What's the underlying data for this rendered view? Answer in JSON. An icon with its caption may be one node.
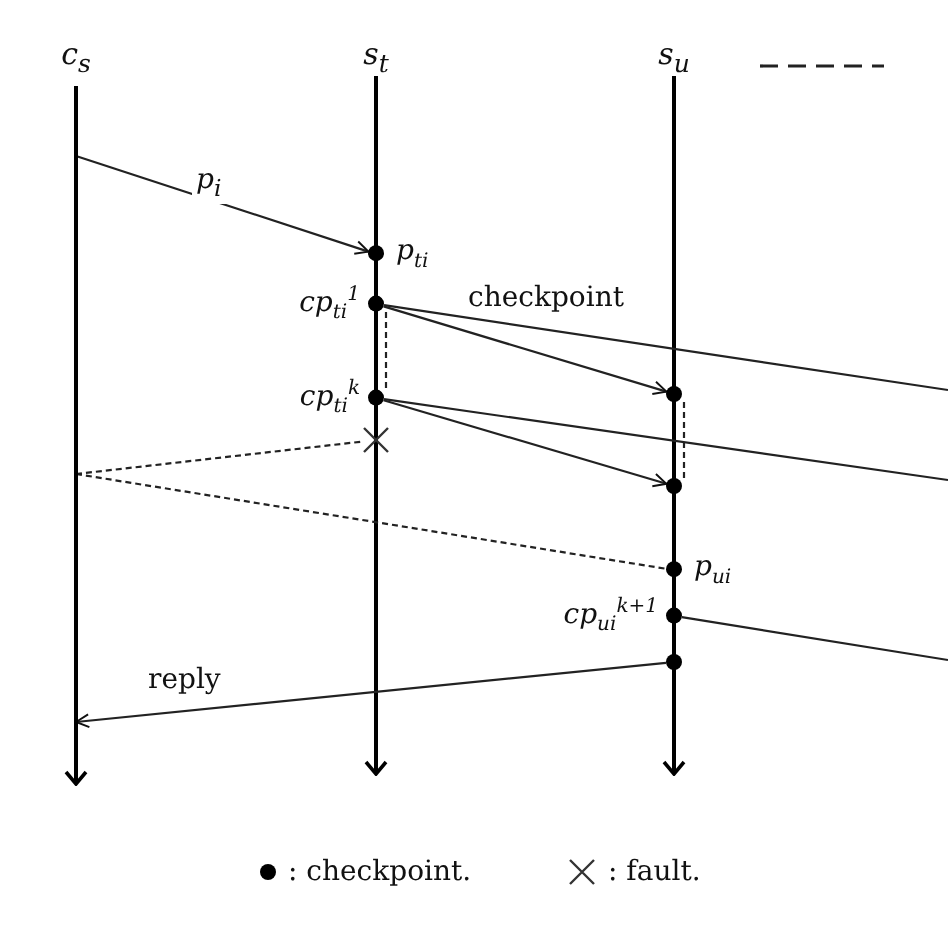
{
  "diagram": {
    "nodes": [
      {
        "text": [
          "c$_{s}$"
        ]
      },
      {
        "text": [
          "s$_{t}$"
        ]
      },
      {
        "text": [
          "s$_{u}$"
        ]
      },
      {
        "text": [
          "p$_{ti}$"
        ]
      },
      {
        "text": [
          "cp$_{ti}$$^{1}$"
        ]
      },
      {
        "text": [
          "cp$_{ti}$$^{k}$"
        ]
      },
      {
        "text": [],
        "shape": "cross"
      },
      {
        "text": [],
        "shape": "circle"
      },
      {
        "text": [],
        "shape": "circle"
      },
      {
        "text": [
          "p$_{ui}$"
        ]
      },
      {
        "text": [
          "cp$_{ui}$$^{k+1}$"
        ]
      },
      {
        "text": [],
        "shape": "circle"
      }
    ],
    "edges": [
      {
        "from": 0,
        "to": 3,
        "arrow": "to",
        "label": "p$_{i}$"
      },
      {
        "from": 4,
        "to": null,
        "arrow": "none",
        "label": "checkpoint"
      },
      {
        "from": 4,
        "to": 7,
        "arrow": "to"
      },
      {
        "from": 5,
        "to": null,
        "arrow": "none"
      },
      {
        "from": 5,
        "to": 8,
        "arrow": "to"
      },
      {
        "from": 0,
        "to": 6,
        "arrow": "none",
        "style": "dashed"
      },
      {
        "from": 0,
        "to": 9,
        "arrow": "none",
        "style": "dashed"
      },
      {
        "from": 10,
        "to": null,
        "arrow": "none"
      },
      {
        "from": 11,
        "to": 0,
        "arrow": "to",
        "label": "reply"
      },
      {
        "from": 4,
        "to": 5,
        "arrow": "none",
        "style": "dashed"
      },
      {
        "from": 7,
        "to": 8,
        "arrow": "none",
        "style": "dashed"
      }
    ],
    "legend": [
      {
        "text": ": checkpoint."
      },
      {
        "text": ": fault."
      }
    ]
  }
}
